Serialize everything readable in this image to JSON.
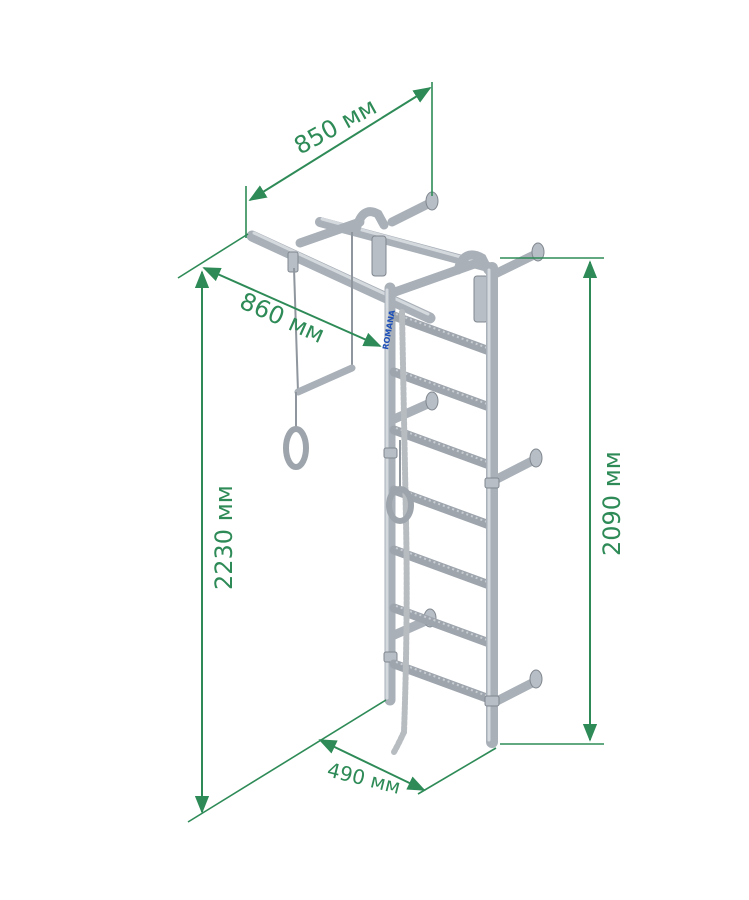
{
  "dimensions": {
    "top_width": "850 мм",
    "top_depth": "860 мм",
    "total_height": "2230 мм",
    "ladder_height": "2090 мм",
    "base_width": "490 мм"
  },
  "logo": "ROMANA",
  "colors": {
    "dimension": "#2e8b57",
    "metal": "#a9b0b8",
    "logo": "#1d4fb8"
  }
}
